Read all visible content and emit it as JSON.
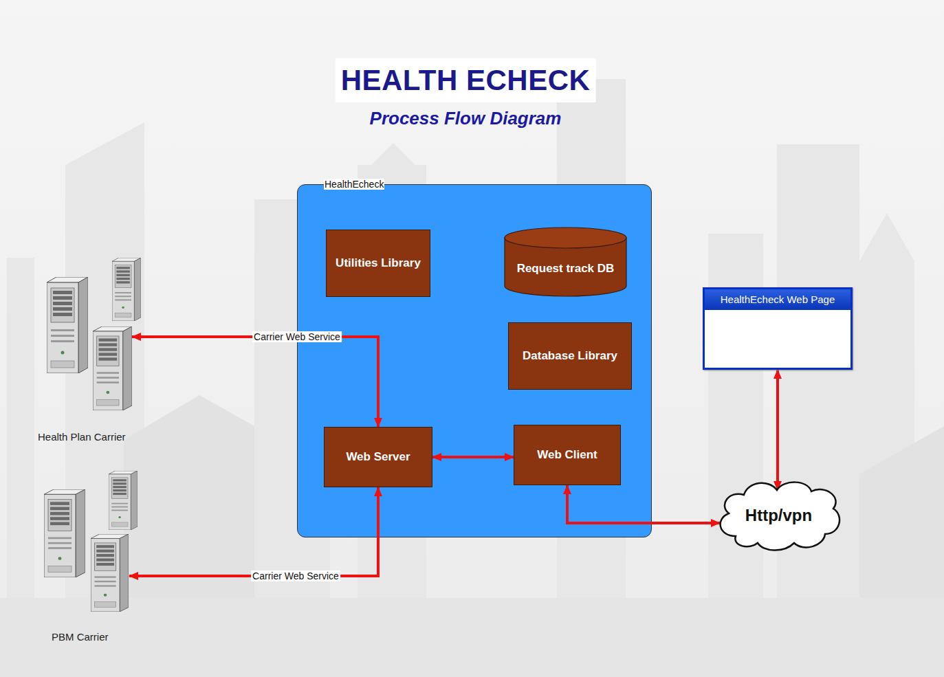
{
  "diagram": {
    "title": "HEALTH ECHECK",
    "caption": "Process Flow Diagram",
    "nodes": [
      {
        "text": [
          "HealthEcheck"
        ]
      },
      {
        "text": [
          "Utilities Library"
        ],
        "in": 0
      },
      {
        "text": [
          "Request track DB"
        ],
        "in": 0
      },
      {
        "text": [
          "Database Library"
        ],
        "in": 0
      },
      {
        "text": [
          "Web Server"
        ],
        "in": 0
      },
      {
        "text": [
          "Web Client"
        ],
        "in": 0
      },
      {
        "text": [
          "Health Plan Carrier"
        ]
      },
      {
        "text": [
          "PBM Carrier"
        ]
      },
      {
        "text": [
          "HealthEcheck Web Page"
        ]
      },
      {
        "text": [
          "Http/vpn"
        ]
      }
    ],
    "edges": [
      {
        "from": 4,
        "to": 6,
        "arrow": "both",
        "label": "Carrier Web Service"
      },
      {
        "from": 4,
        "to": 7,
        "arrow": "both",
        "label": "Carrier Web Service"
      },
      {
        "from": 4,
        "to": 5,
        "arrow": "both"
      },
      {
        "from": 5,
        "to": 9,
        "arrow": "both"
      },
      {
        "from": 8,
        "to": 9,
        "arrow": "both"
      }
    ]
  }
}
